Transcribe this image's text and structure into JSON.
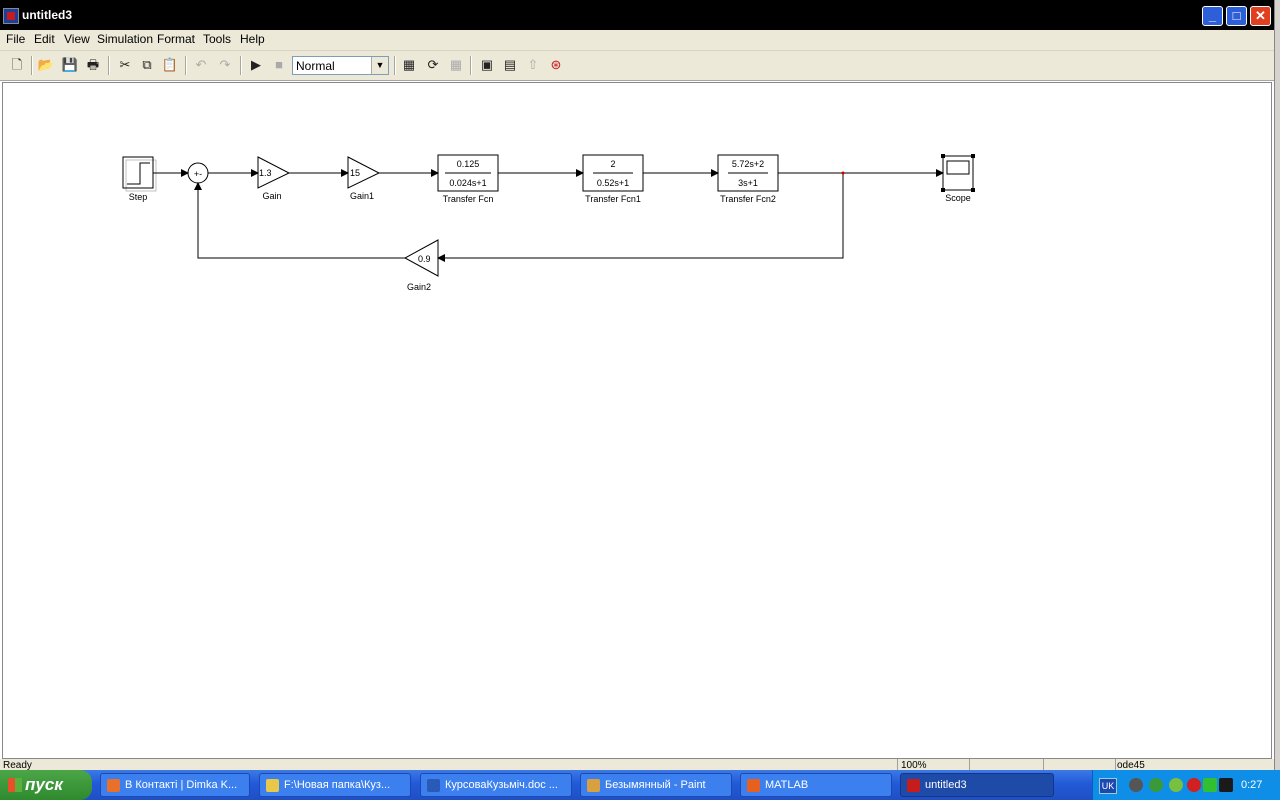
{
  "window": {
    "title": "untitled3"
  },
  "menu": [
    "File",
    "Edit",
    "View",
    "Simulation",
    "Format",
    "Tools",
    "Help"
  ],
  "toolbar": {
    "sim_mode": "Normal",
    "icons": [
      "new-icon",
      "open-icon",
      "save-icon",
      "print-icon",
      "cut-icon",
      "copy-icon",
      "paste-icon",
      "undo-icon",
      "redo-icon",
      "start-icon",
      "stop-icon",
      "build-icon",
      "update-icon",
      "debug-icon",
      "library-icon",
      "explorer-icon",
      "up-icon",
      "model-advisor-icon"
    ]
  },
  "diagram": {
    "blocks": {
      "step": {
        "label": "Step"
      },
      "sum": {
        "signs": "+-"
      },
      "gain": {
        "label": "Gain",
        "value": "1.3"
      },
      "gain1": {
        "label": "Gain1",
        "value": "15"
      },
      "tf": {
        "label": "Transfer Fcn",
        "num": "0.125",
        "den": "0.024s+1"
      },
      "tf1": {
        "label": "Transfer Fcn1",
        "num": "2",
        "den": "0.52s+1"
      },
      "tf2": {
        "label": "Transfer Fcn2",
        "num": "5.72s+2",
        "den": "3s+1"
      },
      "scope": {
        "label": "Scope"
      },
      "gain2": {
        "label": "Gain2",
        "value": "0.9"
      }
    }
  },
  "status": {
    "text": "Ready",
    "zoom": "100%",
    "solver": "ode45"
  },
  "taskbar": {
    "start": "пуск",
    "tasks": [
      {
        "label": "В Контакті | Dimka K...",
        "icon": "firefox-icon",
        "color": "#e8702a"
      },
      {
        "label": "F:\\Новая папка\\Куз...",
        "icon": "folder-icon",
        "color": "#e8c848"
      },
      {
        "label": "КурсоваКузьміч.doc ...",
        "icon": "word-icon",
        "color": "#2a5ab8"
      },
      {
        "label": "Безымянный - Paint",
        "icon": "paint-icon",
        "color": "#d8a040"
      },
      {
        "label": "MATLAB",
        "icon": "matlab-icon",
        "color": "#e86020"
      },
      {
        "label": "untitled3",
        "icon": "simulink-icon",
        "color": "#c71c1c"
      }
    ],
    "lang": "UK",
    "clock": "0:27"
  }
}
